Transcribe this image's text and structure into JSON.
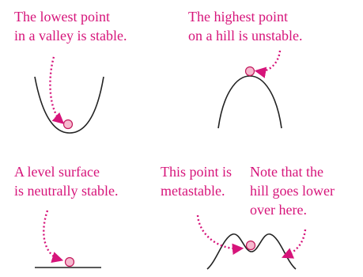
{
  "captions": {
    "valley": [
      "The lowest point",
      "in a valley is stable."
    ],
    "hill": [
      "The highest point",
      "on a hill is unstable."
    ],
    "level": [
      "A level surface",
      "is neutrally stable."
    ],
    "metastable": [
      "This point is",
      "metastable."
    ],
    "note": [
      "Note that the",
      "hill goes lower",
      "over here."
    ]
  },
  "colors": {
    "text": "#d6147a",
    "arrow": "#d6147a",
    "curve": "#222222",
    "ball_fill": "#f6b9cf",
    "ball_stroke": "#c2185b"
  }
}
